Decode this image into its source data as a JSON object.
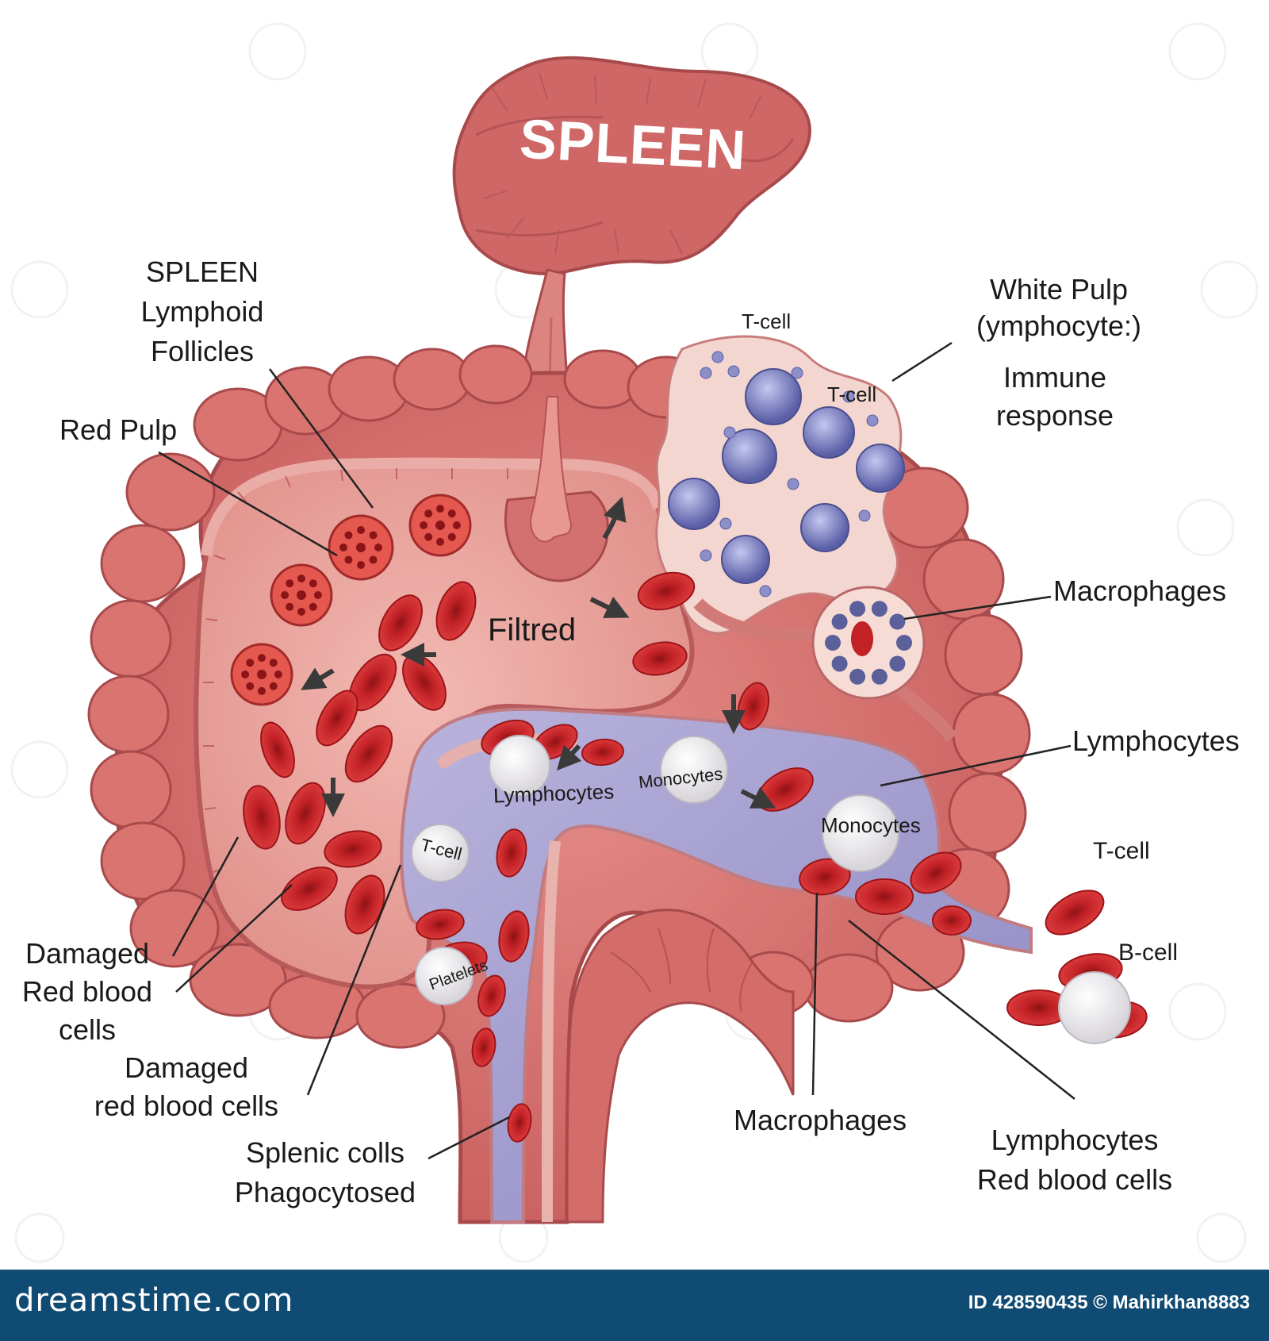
{
  "title_badge": "SPLEEN",
  "labels": {
    "lymphoid": [
      "SPLEEN",
      "Lymphoid",
      "Follicles"
    ],
    "red_pulp": "Red Pulp",
    "white_pulp": [
      "White Pulp",
      "(ymphocyte:)"
    ],
    "immune": [
      "Immune",
      "response"
    ],
    "t_cell_top": "T-cell",
    "t_cell_inner": "T-cell",
    "macrophages_right": "Macrophages",
    "lymphocytes_right": "Lymphocytes",
    "t_cell_right": "T-cell",
    "b_cell_right": "B-cell",
    "damaged_1": [
      "Damaged",
      "Red blood",
      "cells"
    ],
    "damaged_2": [
      "Damaged",
      "red blood cells"
    ],
    "splenic": [
      "Splenic colls",
      "Phagocytosed"
    ],
    "macrophages_bottom": "Macrophages",
    "lymph_rbc": [
      "Lymphocytes",
      "Red blood cells"
    ]
  },
  "inner_labels": {
    "filtred": "Filtred",
    "lymphocytes": "Lymphocytes",
    "monocytes_a": "Monocytes",
    "monocytes_b": "Monocytes",
    "t_cell": "T-cell",
    "platelets": "Platelets"
  },
  "footer": {
    "logo": "dreamstime.com",
    "id": "ID 428590435 © Mahirkhan8883"
  },
  "colors": {
    "organ": "#d9726f",
    "organ_dark": "#b94f50",
    "capsule": "#e8a6a0",
    "pulp": "#eaa49e",
    "rbc": "#c9272b",
    "vessel": "#a8a3cf",
    "white_pulp": "#f3d2cc",
    "lymphocyte": "#6f73b5",
    "footer_bg": "#0f4b73"
  }
}
